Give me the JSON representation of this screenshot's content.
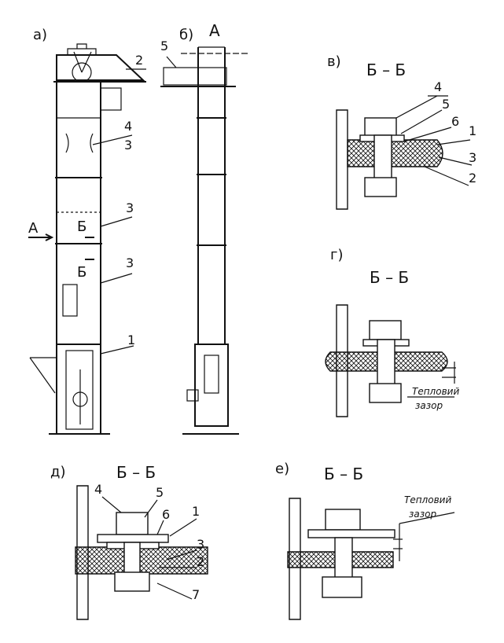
{
  "views": {
    "a": "а)",
    "b": "б)",
    "v": "в)",
    "g": "г)",
    "d": "д)",
    "e": "е)"
  },
  "markers": {
    "view_a": "А",
    "view_a_arrow": "А",
    "cut_top": "Б",
    "cut_bottom": "Б"
  },
  "section_title": "Б – Б",
  "callouts": {
    "a_2": "2",
    "a_4": "4",
    "a_3a": "3",
    "a_3b": "3",
    "a_3c": "3",
    "a_1": "1",
    "b_5": "5",
    "v_4": "4",
    "v_5": "5",
    "v_6": "6",
    "v_1": "1",
    "v_3": "3",
    "v_2": "2",
    "d_4": "4",
    "d_5": "5",
    "d_6": "6",
    "d_1": "1",
    "d_3": "3",
    "d_2": "2",
    "d_7": "7"
  },
  "notes": {
    "gap_line1": "Тепловий",
    "gap_line2": "зазор"
  },
  "colors": {
    "ink": "#111111",
    "paper": "#ffffff"
  }
}
